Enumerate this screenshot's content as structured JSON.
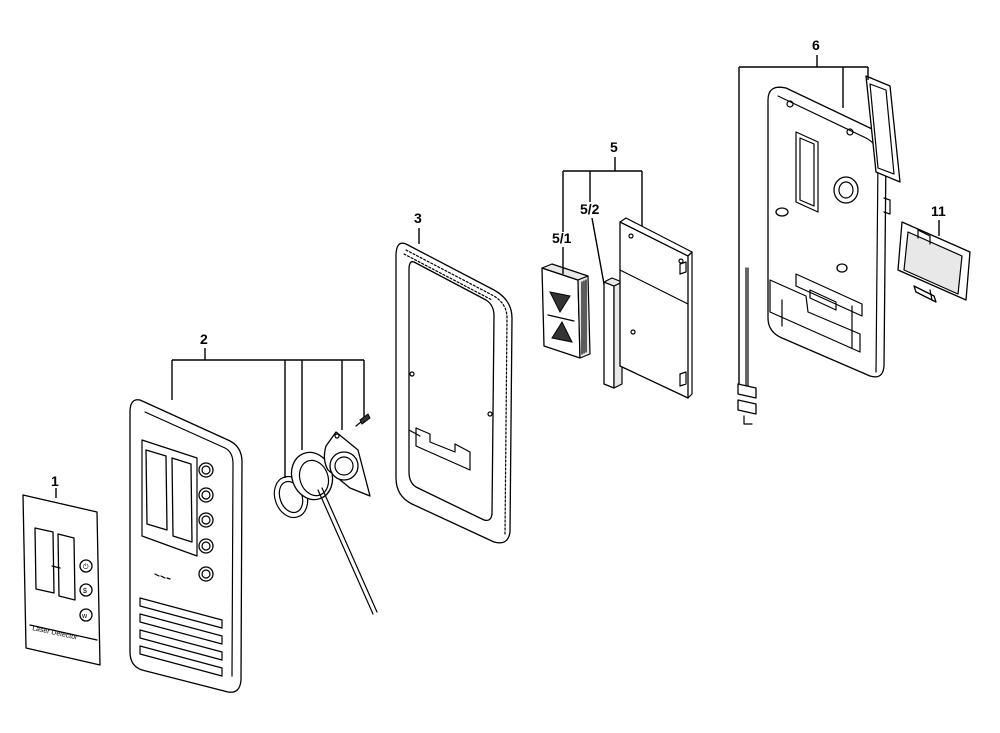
{
  "callouts": {
    "part1": "1",
    "part2": "2",
    "part3": "3",
    "part5": "5",
    "part5_1": "5/1",
    "part5_2": "5/2",
    "part6": "6",
    "part11": "11"
  },
  "label_plate": {
    "text": "Laser Detector"
  }
}
